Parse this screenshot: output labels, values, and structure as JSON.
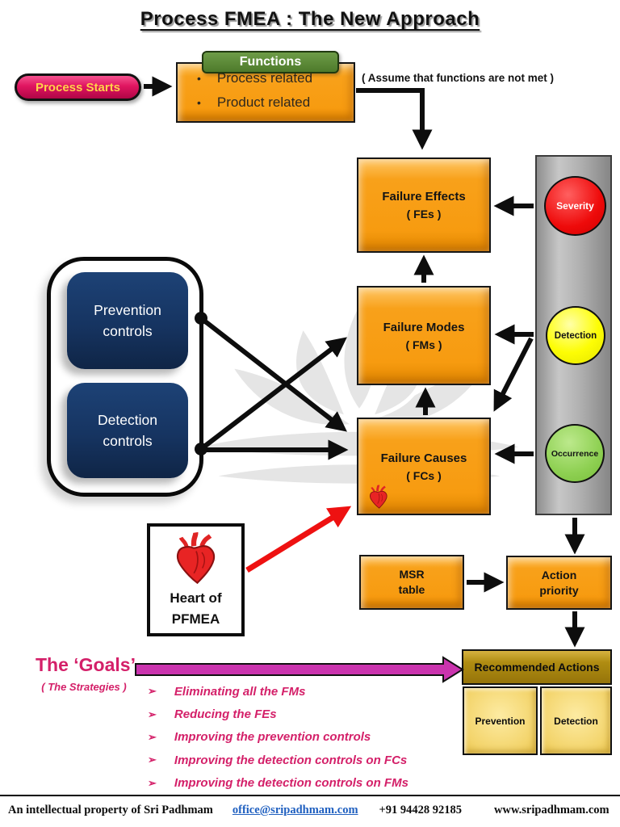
{
  "title": "Process FMEA : The New Approach",
  "start": {
    "label": "Process Starts"
  },
  "functions": {
    "header": "Functions",
    "items": [
      "Process related",
      "Product related"
    ],
    "bullet": "•"
  },
  "note": "( Assume that functions are not met )",
  "flow": {
    "failure_effects": {
      "title": "Failure Effects",
      "subtitle": "( FEs )"
    },
    "failure_modes": {
      "title": "Failure Modes",
      "subtitle": "( FMs )"
    },
    "failure_causes": {
      "title": "Failure Causes",
      "subtitle": "( FCs )"
    },
    "msr_table": {
      "title": "MSR",
      "subtitle": "table"
    },
    "action_priority": {
      "title": "Action",
      "subtitle": "priority"
    }
  },
  "ratings": {
    "severity": "Severity",
    "detection": "Detection",
    "occurrence": "Occurrence"
  },
  "controls": {
    "prevention": {
      "line1": "Prevention",
      "line2": "controls"
    },
    "detection": {
      "line1": "Detection",
      "line2": "controls"
    }
  },
  "heart_box": {
    "line1": "Heart of",
    "line2": "PFMEA"
  },
  "recommended": {
    "header": "Recommended Actions",
    "prevention": "Prevention",
    "detection": "Detection"
  },
  "goals": {
    "title": "The ‘Goals’",
    "subtitle": "( The Strategies )",
    "bullet": "➢",
    "items": [
      "Eliminating all the FMs",
      "Reducing the FEs",
      "Improving the prevention controls",
      "Improving the detection controls on FCs",
      "Improving the detection controls on FMs"
    ]
  },
  "footer": {
    "owner": "An intellectual property of  Sri Padhmam",
    "email": "office@sripadhmam.com",
    "phone": "+91 94428 92185",
    "website": "www.sripadhmam.com"
  },
  "colors": {
    "orange": "#F9A11B",
    "navy": "#16365D",
    "pill_pink": "#D81159",
    "green_tab": "#548235",
    "goal_pink": "#D42069",
    "magenta_arrow": "#CA34AE",
    "red_arrow": "#EE1111",
    "severity_red": "#EE0A0A",
    "detection_yellow": "#FDFD04",
    "occurrence_green": "#8ED052",
    "gray_bar": "#ACACAC",
    "gold_dark": "#B08D12",
    "gold_light": "#F3D46B"
  }
}
